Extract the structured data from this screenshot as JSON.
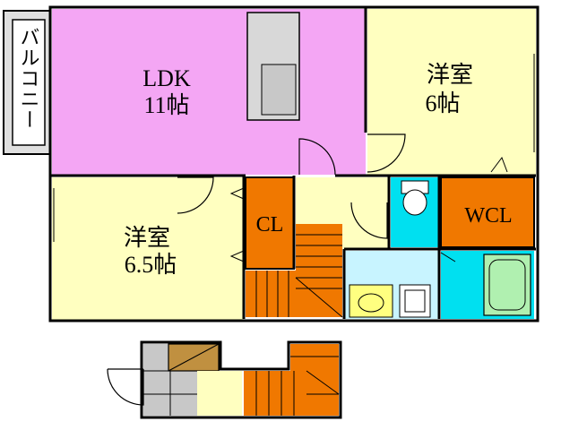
{
  "rooms": {
    "ldk": {
      "name": "LDK",
      "size": "11帖",
      "color": "#F4A6F4"
    },
    "western_a": {
      "name": "洋室",
      "size": "6帖",
      "color": "#FFFFC0"
    },
    "western_b": {
      "name": "洋室",
      "size": "6.5帖",
      "color": "#FFFFC0"
    },
    "cl": {
      "name": "CL",
      "color": "#F07800"
    },
    "wcl": {
      "name": "WCL",
      "color": "#F07800"
    },
    "balcony": {
      "name": "バルコニー",
      "color": "#E0E0E0"
    }
  },
  "colors": {
    "wall": "#000000",
    "stairs": "#F07800",
    "water": "#00E0F0",
    "hall": "#FFFFC0",
    "tile": "#C0C0C0",
    "shoe": "#C09040",
    "fixture": "#B0F0B0",
    "closet": "#F07800"
  },
  "icons": [
    "toilet-icon",
    "washbasin-icon",
    "bathtub-icon",
    "washing-machine-icon",
    "kitchen-counter-icon",
    "door-swing-icon",
    "window-icon",
    "staircase-icon"
  ]
}
